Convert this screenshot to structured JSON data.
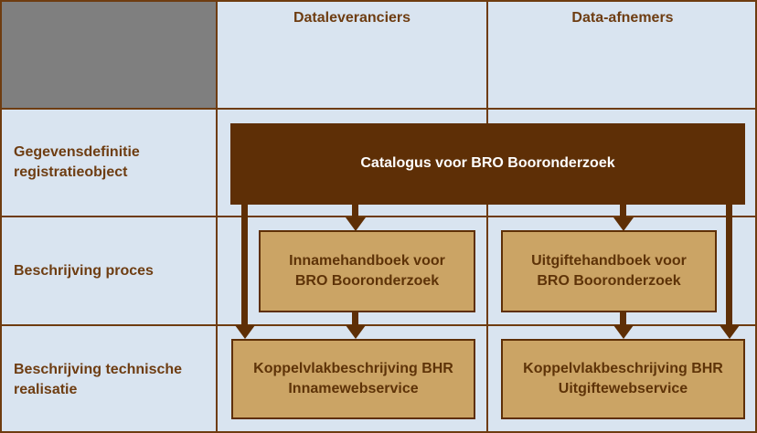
{
  "colors": {
    "background_blue": "#d9e4f0",
    "corner_gray": "#7f7f7f",
    "dark_brown": "#5e2f06",
    "grid_line_brown": "#6e3c10",
    "tan_box_fill": "#cba465",
    "label_text_brown": "#6e3d12",
    "catalog_text": "#ffffff"
  },
  "grid": {
    "column_headers": [
      {
        "label": "Dataleveranciers"
      },
      {
        "label": "Data-afnemers"
      }
    ],
    "row_headers": [
      {
        "label": "Gegevensdefinitie registratieobject"
      },
      {
        "label": "Beschrijving proces"
      },
      {
        "label": "Beschrijving technische realisatie"
      }
    ]
  },
  "boxes": {
    "catalog": {
      "label": "Catalogus voor BRO Booronderzoek"
    },
    "intake_handbook": {
      "label": "Innamehandboek voor BRO Booronderzoek"
    },
    "delivery_handbook": {
      "label": "Uitgiftehandboek voor BRO Booronderzoek"
    },
    "intake_interface": {
      "label": "Koppelvlakbeschrijving BHR Innamewebservice"
    },
    "delivery_interface": {
      "label": "Koppelvlakbeschrijving BHR Uitgiftewebservice"
    }
  }
}
